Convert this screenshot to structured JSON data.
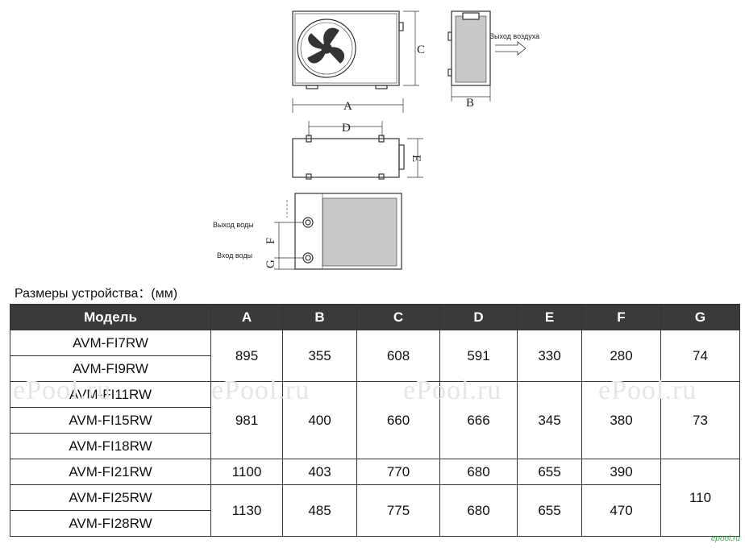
{
  "diagram": {
    "label_air_out": "Выход воздуха",
    "label_water_out": "Выход воды",
    "label_water_in": "Вход воды",
    "dim_a": "A",
    "dim_b": "B",
    "dim_c": "C",
    "dim_d": "D",
    "dim_e": "E",
    "dim_f": "F",
    "dim_g": "G"
  },
  "caption": "Размеры устройства：(мм)",
  "table": {
    "headers": [
      "Модель",
      "A",
      "B",
      "C",
      "D",
      "E",
      "F",
      "G"
    ],
    "models": [
      "AVM-FI7RW",
      "AVM-FI9RW",
      "AVM-FI11RW",
      "AVM-FI15RW",
      "AVM-FI18RW",
      "AVM-FI21RW",
      "AVM-FI25RW",
      "AVM-FI28RW"
    ],
    "group1": [
      "895",
      "355",
      "608",
      "591",
      "330",
      "280",
      "74"
    ],
    "group2": [
      "981",
      "400",
      "660",
      "666",
      "345",
      "380",
      "73"
    ],
    "group3": [
      "1100",
      "403",
      "770",
      "680",
      "655",
      "390"
    ],
    "group4": [
      "1130",
      "485",
      "775",
      "680",
      "655",
      "470"
    ],
    "g_last": "110"
  },
  "watermark": "ePool.ru",
  "corner_mark": "epool.ru"
}
